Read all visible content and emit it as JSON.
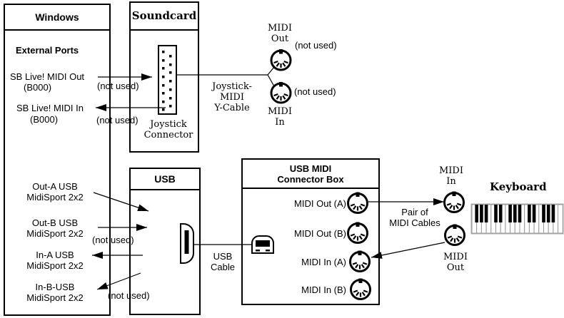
{
  "colors": {
    "foreground": "#000000",
    "background": "#ffffff"
  },
  "windows_box": {
    "title": "Windows",
    "heading": "External Ports",
    "ports": [
      {
        "label": "SB Live! MIDI Out",
        "sub": "(B000)",
        "status": "(not used)"
      },
      {
        "label": "SB Live! MIDI In",
        "sub": "(B000)",
        "status": "(not used)"
      },
      {
        "label": "Out-A USB\nMidiSport 2x2"
      },
      {
        "label": "Out-B USB\nMidiSport 2x2",
        "status": "(not used)"
      },
      {
        "label": "In-A USB\nMidiSport 2x2"
      },
      {
        "label": "In-B-USB\nMidiSport 2x2",
        "status": "(not used)"
      }
    ]
  },
  "soundcard_box": {
    "title": "Soundcard",
    "connector_label": "Joystick\nConnector"
  },
  "y_cable": {
    "label": "Joystick-\nMIDI\nY-Cable",
    "midi_out": {
      "label": "MIDI\nOut",
      "status": "(not used)"
    },
    "midi_in": {
      "label": "MIDI\nIn",
      "status": "(not used)"
    }
  },
  "usb_box": {
    "title": "USB"
  },
  "usb_cable": {
    "label": "USB\nCable"
  },
  "connector_box": {
    "title": "USB MIDI\nConnector Box",
    "ports": [
      {
        "label": "MIDI Out (A)"
      },
      {
        "label": "MIDI Out (B)"
      },
      {
        "label": "MIDI In (A)"
      },
      {
        "label": "MIDI In (B)"
      }
    ]
  },
  "midi_cables": {
    "label": "Pair of\nMIDI Cables"
  },
  "keyboard": {
    "title": "Keyboard",
    "midi_in_label": "MIDI\nIn",
    "midi_out_label": "MIDI\nOut"
  }
}
